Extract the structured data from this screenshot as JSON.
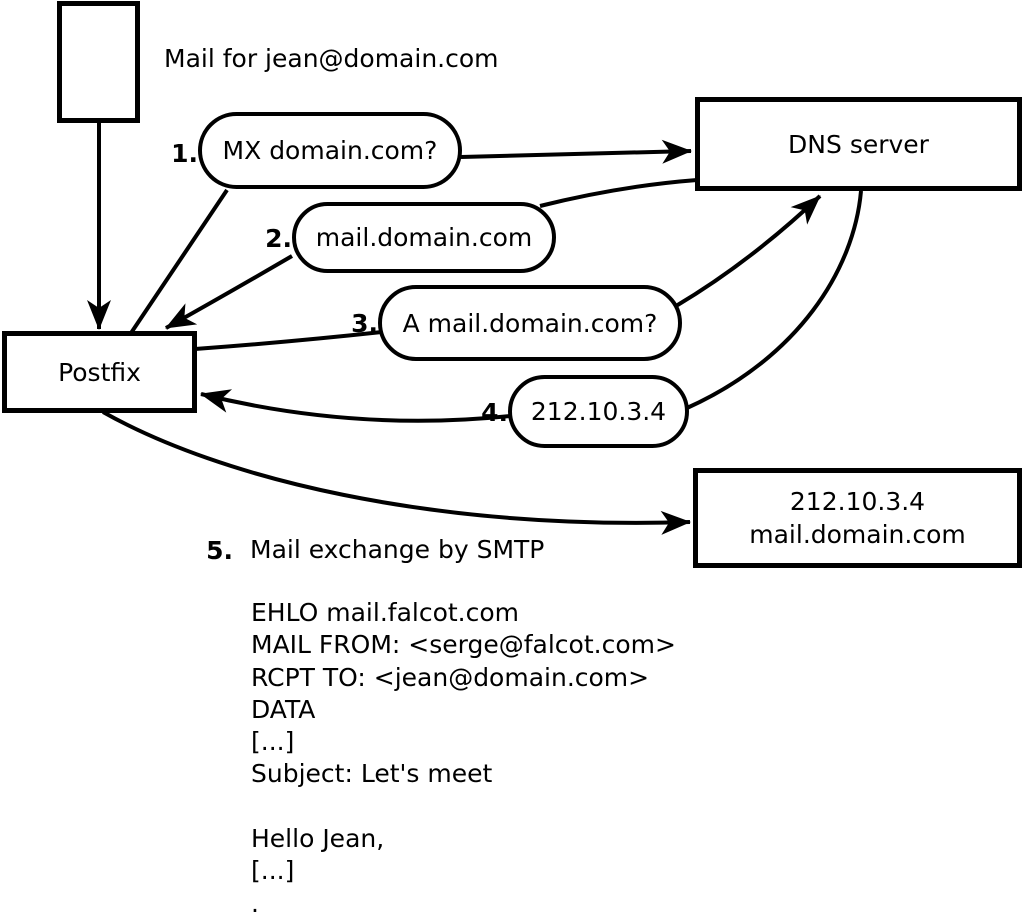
{
  "colors": {
    "ink": "#000000",
    "paper": "#ffffff"
  },
  "title": "Mail for jean@domain.com",
  "nodes": {
    "postfix": "Postfix",
    "dns_server": "DNS server",
    "mail_server": {
      "line1": "212.10.3.4",
      "line2": "mail.domain.com"
    }
  },
  "steps": [
    {
      "num": "1.",
      "label": "MX domain.com?"
    },
    {
      "num": "2.",
      "label": "mail.domain.com"
    },
    {
      "num": "3.",
      "label": "A mail.domain.com?"
    },
    {
      "num": "4.",
      "label": "212.10.3.4"
    },
    {
      "num": "5.",
      "label": "Mail exchange by SMTP"
    }
  ],
  "smtp_transcript": {
    "lines": [
      "EHLO mail.falcot.com",
      "MAIL FROM: <serge@falcot.com>",
      "RCPT TO: <jean@domain.com>",
      "DATA",
      "[...]",
      "Subject: Let's meet",
      "",
      "Hello Jean,",
      "[...]",
      "."
    ]
  }
}
